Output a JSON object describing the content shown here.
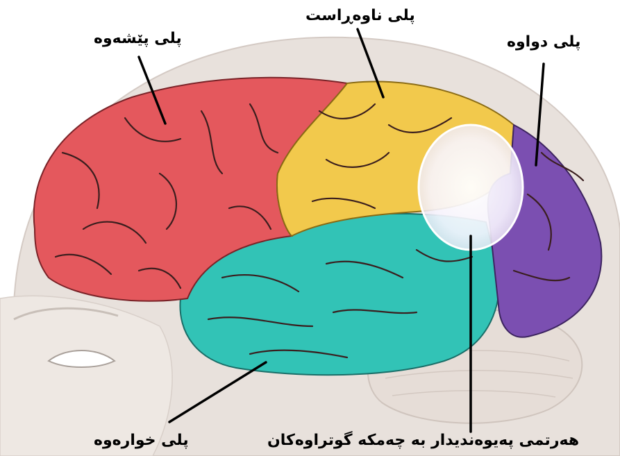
{
  "labels": {
    "frontal": "پلی پێشەوە",
    "parietal": "پلی ناوەڕاست",
    "occipital": "پلی دواوە",
    "temporal": "پلی خوارەوە",
    "association": "هەرتمی پەیوەندیدار بە چەمکە گوتراوەکان"
  },
  "colors": {
    "frontal_lobe": "#e4585d",
    "parietal_lobe": "#f2c94c",
    "temporal_lobe": "#32c3b6",
    "occipital_lobe": "#7b4fb1",
    "association_area": "#f4f4f4",
    "head_outline": "#e8e1dc",
    "face": "#eee8e3",
    "cerebellum": "#e6ddd7",
    "sulci": "#2f1a1a"
  }
}
